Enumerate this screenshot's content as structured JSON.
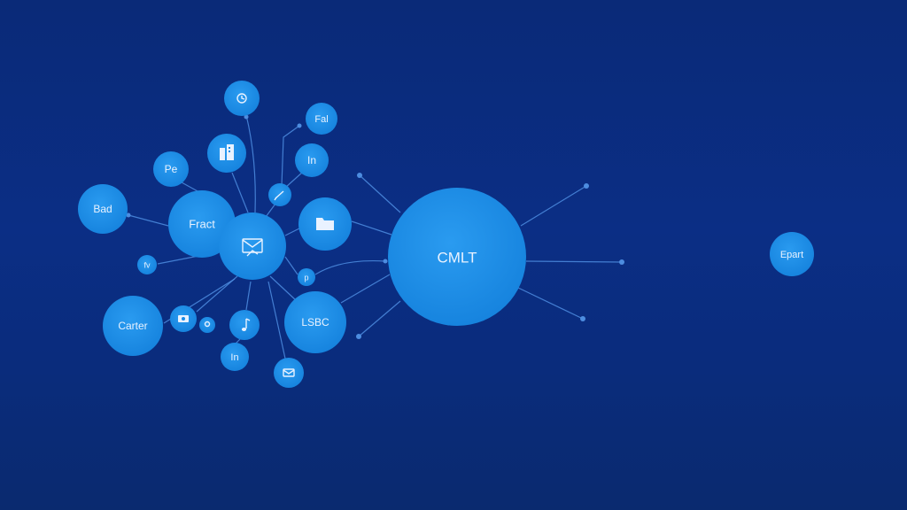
{
  "diagram": {
    "nodes": [
      {
        "id": "cmlt",
        "label": "CMLT"
      },
      {
        "id": "fract",
        "label": "Fract"
      },
      {
        "id": "bad",
        "label": "Bad"
      },
      {
        "id": "carter",
        "label": "Carter"
      },
      {
        "id": "lsbc",
        "label": "LSBC"
      },
      {
        "id": "epart",
        "label": "Epart"
      },
      {
        "id": "pe",
        "label": "Pe"
      },
      {
        "id": "fal",
        "label": "Fal"
      },
      {
        "id": "in_top",
        "label": "In"
      },
      {
        "id": "in_bottom",
        "label": "In"
      },
      {
        "id": "fv",
        "label": "fv"
      },
      {
        "id": "p",
        "label": "p"
      }
    ],
    "icons": [
      {
        "id": "hub",
        "icon": "mail-chart-icon"
      },
      {
        "id": "top",
        "icon": "clock-icon"
      },
      {
        "id": "building",
        "icon": "building-icon"
      },
      {
        "id": "folder",
        "icon": "folder-icon"
      },
      {
        "id": "pencil",
        "icon": "pencil-icon"
      },
      {
        "id": "camera",
        "icon": "camera-icon"
      },
      {
        "id": "pin",
        "icon": "pin-icon"
      },
      {
        "id": "music",
        "icon": "music-note-icon"
      },
      {
        "id": "mail",
        "icon": "envelope-icon"
      }
    ],
    "colors": {
      "background": "#0a2a78",
      "node": "#1a8be6",
      "edge": "#4d8de0",
      "text": "#e9f2ff"
    }
  }
}
